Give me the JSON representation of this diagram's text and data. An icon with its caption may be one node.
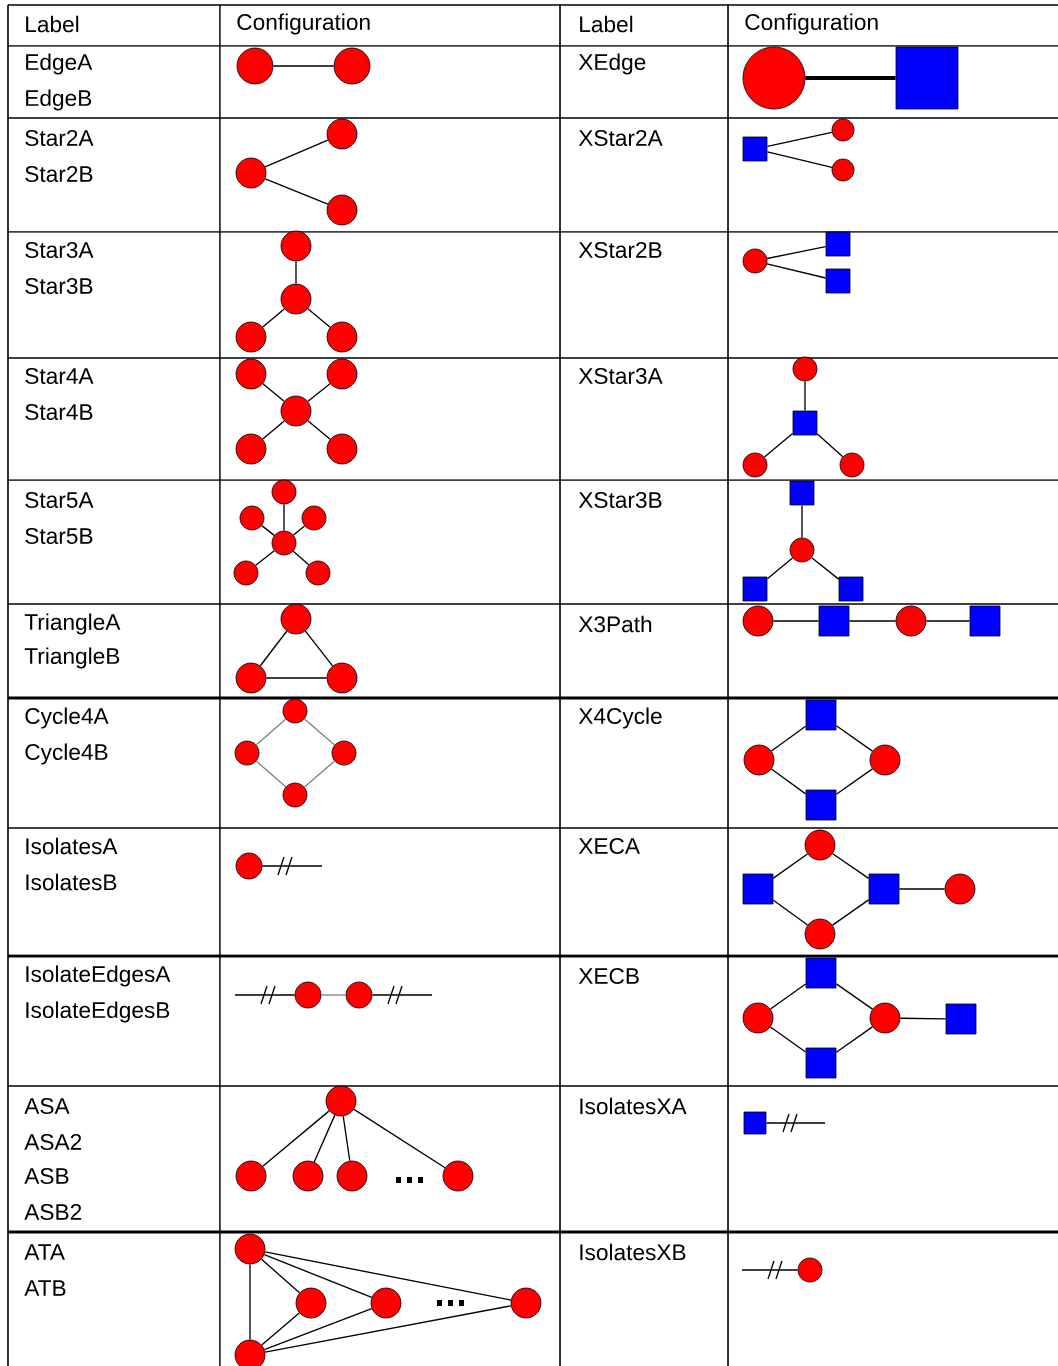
{
  "diagram": {
    "nodes": [
      {
        "text": [],
        "shape": "circle"
      },
      {
        "text": [],
        "shape": "circle"
      },
      {
        "text": [],
        "shape": "circle"
      },
      {
        "text": [],
        "shape": "box"
      },
      {
        "text": [],
        "shape": "circle"
      },
      {
        "text": [],
        "shape": "circle"
      },
      {
        "text": [],
        "shape": "circle"
      },
      {
        "text": [],
        "shape": "box"
      },
      {
        "text": [],
        "shape": "circle"
      },
      {
        "text": [],
        "shape": "circle"
      },
      {
        "text": [],
        "shape": "circle"
      },
      {
        "text": [],
        "shape": "circle"
      },
      {
        "text": [],
        "shape": "circle"
      },
      {
        "text": [],
        "shape": "circle"
      },
      {
        "text": [],
        "shape": "circle"
      },
      {
        "text": [],
        "shape": "box"
      },
      {
        "text": [],
        "shape": "box"
      },
      {
        "text": [],
        "shape": "circle"
      },
      {
        "text": [],
        "shape": "circle"
      },
      {
        "text": [],
        "shape": "circle"
      },
      {
        "text": [],
        "shape": "circle"
      },
      {
        "text": [],
        "shape": "circle"
      },
      {
        "text": [],
        "shape": "circle"
      },
      {
        "text": [],
        "shape": "box"
      },
      {
        "text": [],
        "shape": "circle"
      },
      {
        "text": [],
        "shape": "circle"
      },
      {
        "text": [],
        "shape": "circle"
      },
      {
        "text": [],
        "shape": "circle"
      },
      {
        "text": [],
        "shape": "circle"
      },
      {
        "text": [],
        "shape": "circle"
      },
      {
        "text": [],
        "shape": "circle"
      },
      {
        "text": [],
        "shape": "circle"
      },
      {
        "text": [],
        "shape": "box"
      },
      {
        "text": [],
        "shape": "circle"
      },
      {
        "text": [],
        "shape": "box"
      },
      {
        "text": [],
        "shape": "box"
      },
      {
        "text": [],
        "shape": "circle"
      },
      {
        "text": [],
        "shape": "circle"
      },
      {
        "text": [],
        "shape": "circle"
      },
      {
        "text": [],
        "shape": "circle"
      },
      {
        "text": [],
        "shape": "box"
      },
      {
        "text": [],
        "shape": "circle"
      },
      {
        "text": [],
        "shape": "box"
      },
      {
        "text": [],
        "shape": "circle"
      },
      {
        "text": [],
        "shape": "circle"
      },
      {
        "text": [],
        "shape": "circle"
      },
      {
        "text": [],
        "shape": "circle"
      },
      {
        "text": [],
        "shape": "box"
      },
      {
        "text": [],
        "shape": "circle"
      },
      {
        "text": [],
        "shape": "circle"
      },
      {
        "text": [],
        "shape": "box"
      },
      {
        "text": [],
        "shape": "circle"
      },
      {
        "text": [],
        "shape": "circle"
      },
      {
        "text": [],
        "shape": "box"
      },
      {
        "text": [],
        "shape": "box"
      },
      {
        "text": [],
        "shape": "circle"
      },
      {
        "text": [],
        "shape": "circle"
      },
      {
        "text": [],
        "shape": "circle"
      },
      {
        "text": [],
        "shape": "circle"
      },
      {
        "text": [],
        "shape": "box"
      },
      {
        "text": [],
        "shape": "circle"
      },
      {
        "text": [],
        "shape": "circle"
      },
      {
        "text": [],
        "shape": "box"
      },
      {
        "text": [],
        "shape": "box"
      },
      {
        "text": [],
        "shape": "circle"
      },
      {
        "text": [],
        "shape": "circle"
      },
      {
        "text": [],
        "shape": "circle"
      },
      {
        "text": [],
        "shape": "circle"
      },
      {
        "text": [],
        "shape": "circle"
      },
      {
        "text": [],
        "shape": "box"
      },
      {
        "text": [],
        "shape": "circle"
      },
      {
        "text": [],
        "shape": "circle"
      },
      {
        "text": [],
        "shape": "circle"
      },
      {
        "text": [],
        "shape": "circle"
      },
      {
        "text": [],
        "shape": "circle"
      },
      {
        "text": [],
        "shape": "circle"
      }
    ],
    "edges": [
      {
        "from": 0,
        "to": 1,
        "arrow": "none"
      },
      {
        "from": 2,
        "to": 3,
        "arrow": "none",
        "style": "thick"
      },
      {
        "from": 5,
        "to": 4,
        "arrow": "none"
      },
      {
        "from": 5,
        "to": 6,
        "arrow": "none"
      },
      {
        "from": 7,
        "to": 8,
        "arrow": "none"
      },
      {
        "from": 7,
        "to": 9,
        "arrow": "none"
      },
      {
        "from": 10,
        "to": 11,
        "arrow": "none"
      },
      {
        "from": 11,
        "to": 12,
        "arrow": "none"
      },
      {
        "from": 11,
        "to": 13,
        "arrow": "none"
      },
      {
        "from": 14,
        "to": 15,
        "arrow": "none"
      },
      {
        "from": 14,
        "to": 16,
        "arrow": "none"
      },
      {
        "from": 17,
        "to": 19,
        "arrow": "none"
      },
      {
        "from": 18,
        "to": 19,
        "arrow": "none"
      },
      {
        "from": 19,
        "to": 20,
        "arrow": "none"
      },
      {
        "from": 19,
        "to": 21,
        "arrow": "none"
      },
      {
        "from": 23,
        "to": 22,
        "arrow": "none"
      },
      {
        "from": 23,
        "to": 24,
        "arrow": "none"
      },
      {
        "from": 23,
        "to": 25,
        "arrow": "none"
      },
      {
        "from": 29,
        "to": 26,
        "arrow": "none"
      },
      {
        "from": 29,
        "to": 27,
        "arrow": "none"
      },
      {
        "from": 29,
        "to": 28,
        "arrow": "none"
      },
      {
        "from": 29,
        "to": 30,
        "arrow": "none"
      },
      {
        "from": 29,
        "to": 31,
        "arrow": "none"
      },
      {
        "from": 32,
        "to": 33,
        "arrow": "none"
      },
      {
        "from": 33,
        "to": 34,
        "arrow": "none"
      },
      {
        "from": 33,
        "to": 35,
        "arrow": "none"
      },
      {
        "from": 36,
        "to": 37,
        "arrow": "none"
      },
      {
        "from": 36,
        "to": 38,
        "arrow": "none"
      },
      {
        "from": 37,
        "to": 38,
        "arrow": "none"
      },
      {
        "from": 39,
        "to": 40,
        "arrow": "none"
      },
      {
        "from": 40,
        "to": 41,
        "arrow": "none"
      },
      {
        "from": 41,
        "to": 42,
        "arrow": "none"
      },
      {
        "from": 43,
        "to": 44,
        "arrow": "none",
        "color": "#808080"
      },
      {
        "from": 43,
        "to": 45,
        "arrow": "none",
        "color": "#808080"
      },
      {
        "from": 44,
        "to": 46,
        "arrow": "none",
        "color": "#808080"
      },
      {
        "from": 45,
        "to": 46,
        "arrow": "none",
        "color": "#808080"
      },
      {
        "from": 47,
        "to": 48,
        "arrow": "none"
      },
      {
        "from": 47,
        "to": 49,
        "arrow": "none"
      },
      {
        "from": 48,
        "to": 50,
        "arrow": "none"
      },
      {
        "from": 49,
        "to": 50,
        "arrow": "none"
      },
      {
        "from": 51,
        "to": null,
        "arrow": "none"
      },
      {
        "from": 52,
        "to": 53,
        "arrow": "none"
      },
      {
        "from": 52,
        "to": 54,
        "arrow": "none"
      },
      {
        "from": 53,
        "to": 55,
        "arrow": "none"
      },
      {
        "from": 54,
        "to": 55,
        "arrow": "none"
      },
      {
        "from": 54,
        "to": 56,
        "arrow": "none"
      },
      {
        "from": null,
        "to": 57,
        "arrow": "none"
      },
      {
        "from": 57,
        "to": 58,
        "arrow": "none",
        "color": "#808080"
      },
      {
        "from": 58,
        "to": null,
        "arrow": "none"
      },
      {
        "from": 59,
        "to": 60,
        "arrow": "none"
      },
      {
        "from": 59,
        "to": 61,
        "arrow": "none"
      },
      {
        "from": 60,
        "to": 62,
        "arrow": "none"
      },
      {
        "from": 61,
        "to": 62,
        "arrow": "none"
      },
      {
        "from": 61,
        "to": 63,
        "arrow": "none"
      },
      {
        "from": 64,
        "to": 65,
        "arrow": "none"
      },
      {
        "from": 64,
        "to": 66,
        "arrow": "none"
      },
      {
        "from": 64,
        "to": 67,
        "arrow": "none"
      },
      {
        "from": 64,
        "to": 68,
        "arrow": "none"
      },
      {
        "from": 69,
        "to": null,
        "arrow": "none"
      },
      {
        "from": 70,
        "to": 71,
        "arrow": "none"
      },
      {
        "from": 70,
        "to": 72,
        "arrow": "none"
      },
      {
        "from": 70,
        "to": 73,
        "arrow": "none"
      },
      {
        "from": 70,
        "to": 74,
        "arrow": "none"
      },
      {
        "from": 71,
        "to": 72,
        "arrow": "none"
      },
      {
        "from": 71,
        "to": 73,
        "arrow": "none"
      },
      {
        "from": 71,
        "to": 74,
        "arrow": "none"
      },
      {
        "from": null,
        "to": 75,
        "arrow": "none"
      }
    ],
    "labels": [
      "Label",
      "Configuration",
      "Label",
      "Configuration",
      "EdgeA",
      "EdgeB",
      "XEdge",
      "Star2A",
      "Star2B",
      "XStar2A",
      "Star3A",
      "Star3B",
      "XStar2B",
      "Star4A",
      "Star4B",
      "XStar3A",
      "Star5A",
      "Star5B",
      "XStar3B",
      "TriangleA",
      "TriangleB",
      "X3Path",
      "Cycle4A",
      "Cycle4B",
      "X4Cycle",
      "IsolatesA",
      "IsolatesB",
      "XECA",
      "IsolateEdgesA",
      "IsolateEdgesB",
      "XECB",
      "ASA",
      "ASA2",
      "ASB",
      "ASB2",
      "IsolatesXA",
      "ATA",
      "ATB",
      "IsolatesXB"
    ]
  }
}
